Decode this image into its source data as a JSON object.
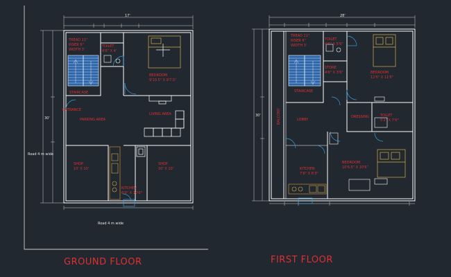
{
  "colors": {
    "background": "#212830",
    "wall": "#ffffff",
    "label": "#e03030",
    "dimension": "#cfcfcf",
    "door": "#3aa0d8",
    "furniture": "#d4b04a",
    "kitchen": "#b08030",
    "stair": "#2b64a8"
  },
  "titles": {
    "ground": "GROUND FLOOR",
    "first": "FIRST FLOOR"
  },
  "ground_floor": {
    "overall_width_dim": "17'",
    "overall_depth_dim": "30'",
    "road_side": "Road 4 m wide",
    "road_front": "Road 4 m wide",
    "stair_label_1": "TREAD 11\"",
    "stair_label_2": "RISER 6\"",
    "stair_label_3": "WIDTH 3'",
    "staircase": "STAIRCASE",
    "toilet": "TOILET",
    "toilet_size": "4'6\" X 4'",
    "bedroom": "BEDROOM",
    "bedroom_size": "9'10.5\" X 9'7.5\"",
    "entrance": "ENTRANCE",
    "parking": "PARKING AREA",
    "living": "LIVING AREA",
    "shop1": "SHOP",
    "shop1_size": "10' X 10'",
    "shop2": "SHOP",
    "shop2_size": "10' X 10'",
    "kitchen": "KITCHEN",
    "kitchen_size": "6'0\" X 10'0\""
  },
  "first_floor": {
    "overall_width_dim": "28'",
    "overall_depth_dim": "30'",
    "balcony": "BALCONY",
    "stair_label_1": "TREAD 11\"",
    "stair_label_2": "RISER 6\"",
    "stair_label_3": "WIDTH 3'",
    "staircase": "STAIRCASE",
    "toilet": "TOILET",
    "toilet_size": "4'6\" X 5'6\"",
    "store": "STORE",
    "store_size": "4'6\" X 3'6\"",
    "bedroom1": "BEDROOM",
    "bedroom1_size": "12'6\" X 11'6\"",
    "lobby": "LOBBY",
    "dressing": "DRESSING",
    "toilet2": "TOILET",
    "toilet2_size": "5'2\" X 7'6\"",
    "bedroom2": "BEDROOM",
    "bedroom2_size": "10'6.5\" X 10'6\"",
    "kitchen": "KITCHEN",
    "kitchen_size": "7'6\" X 6'3\""
  }
}
